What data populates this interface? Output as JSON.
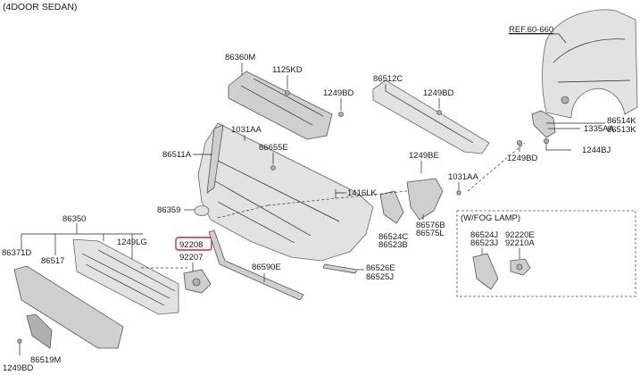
{
  "header": {
    "title": "(4DOOR SEDAN)"
  },
  "inset": {
    "title": "(W/FOG LAMP)"
  },
  "labels": {
    "ref": "REF.60-660",
    "p86360M": "86360M",
    "p1125KD": "1125KD",
    "p86512C": "86512C",
    "p1249BD_a": "1249BD",
    "p1249BD_b": "1249BD",
    "p1031AA_a": "1031AA",
    "p86655E": "86655E",
    "p86511A": "86511A",
    "p86514K": "86514K",
    "p86513K": "86513K",
    "p1335AA": "1335AA",
    "p1244BJ": "1244BJ",
    "p1249BD_c": "1249BD",
    "p1249BE": "1249BE",
    "p1031AA_b": "1031AA",
    "p1416LK": "1416LK",
    "p86359": "86359",
    "p86350": "86350",
    "p86371D": "86371D",
    "p86517": "86517",
    "p1249LG": "1249LG",
    "p92208": "92208",
    "p92207": "92207",
    "p86524C": "86524C",
    "p86523B": "86523B",
    "p86576B": "86576B",
    "p86575L": "86575L",
    "p86524J_a": "86524J",
    "p86523J_a": "86523J",
    "p92220E": "92220E",
    "p92210A": "92210A",
    "p86590E": "86590E",
    "p86526E": "86526E",
    "p86525J": "86525J",
    "p86519M": "86519M",
    "p1249BD_d": "1249BD"
  },
  "highlight": {
    "part": "92208",
    "color": "#e2232a"
  }
}
